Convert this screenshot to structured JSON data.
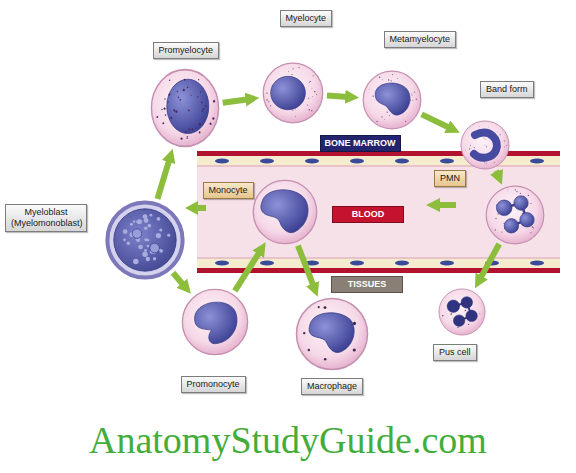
{
  "diagram": {
    "nodes": [
      {
        "text": [
          "Promyelocyte"
        ]
      },
      {
        "text": [
          "Myelocyte"
        ]
      },
      {
        "text": [
          "Metamyelocyte"
        ]
      },
      {
        "text": [
          "Band form"
        ]
      },
      {
        "text": [
          "Myeloblast (Myelomonoblast)"
        ]
      },
      {
        "text": [
          "Monocyte"
        ]
      },
      {
        "text": [
          "PMN"
        ]
      },
      {
        "text": [
          "Promonocyte"
        ]
      },
      {
        "text": [
          "Macrophage"
        ]
      },
      {
        "text": [
          "Pus cell"
        ]
      }
    ],
    "edges": [
      {
        "from": 4,
        "to": 0,
        "arrow": "to"
      },
      {
        "from": 0,
        "to": 1,
        "arrow": "to"
      },
      {
        "from": 1,
        "to": 2,
        "arrow": "to"
      },
      {
        "from": 2,
        "to": 3,
        "arrow": "to"
      },
      {
        "from": 3,
        "to": 6,
        "arrow": "to"
      },
      {
        "from": 6,
        "to": 9,
        "arrow": "to"
      },
      {
        "from": 4,
        "to": 7,
        "arrow": "to"
      },
      {
        "from": 7,
        "to": 5,
        "arrow": "to"
      },
      {
        "from": 5,
        "to": 8,
        "arrow": "to"
      }
    ],
    "labels": [
      "BONE MARROW",
      "BLOOD",
      "TISSUES",
      "AnatomyStudyGuide.com"
    ]
  }
}
